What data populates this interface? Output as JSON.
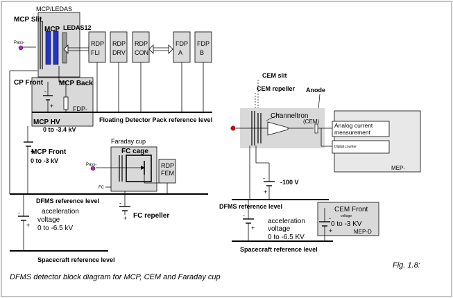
{
  "frame": {
    "background": "#ffffff",
    "panel_fill": "#d9d9d9",
    "detector_blue": "#2233cc",
    "source_dot": "#c020c0",
    "red_dot": "#e00000",
    "line": "#000000"
  },
  "labels": {
    "mcp_ledas": "MCP/LEDAS",
    "mcp_slit": "MCP Slit",
    "mcp": "MCP",
    "ledas12": "LEDAS12",
    "pass_1": "Pass-",
    "rdp_fli": [
      "RDP",
      "FLI"
    ],
    "rdp_drv": [
      "RDP",
      "DRV"
    ],
    "rdp_con": [
      "RDP",
      "CON"
    ],
    "fdp_a": [
      "FDP",
      "A"
    ],
    "fdp_b": [
      "FDP",
      "B"
    ],
    "cp_front": "CP Front",
    "mcp_back": "MCP Back",
    "fdp_minus": "FDP-",
    "mcp_hv": "MCP HV",
    "mcp_hv_range": "0 to -3.4 kV",
    "floating_ref": "Floating Detector Pack reference level",
    "mcp_front": "MCP Front",
    "mcp_front_range": "0 to -3 kV",
    "faraday_cup": "Faraday cup",
    "fc_cage": "FC cage",
    "pass_2": "Pass-",
    "fc": "FC",
    "rdp_fem": [
      "RDP",
      "FEM"
    ],
    "dfms_ref_left": "DFMS reference level",
    "accel_left": [
      "acceleration",
      "voltage",
      "0 to -6.5 kV"
    ],
    "fc_repeller": "FC repeller",
    "spacecraft_ref_left": "Spacecraft reference level",
    "cem_slit": "CEM slit",
    "cem_repeller": "CEM repeller",
    "anode": "Anode",
    "channeltron": "Channeltron",
    "cem_paren": "(CEM)",
    "analog_current": [
      "Analog current",
      "measurement"
    ],
    "digital_counter": "Digital counter",
    "mep_minus": "MEP-",
    "minus_100v": "-100 V",
    "dfms_ref_right": "DFMS reference level",
    "cem_front": "CEM Front",
    "cem_front_voltage": "voltage",
    "cem_front_range": "0 to -3 KV",
    "mep_d": "MEP-D",
    "accel_right": [
      "acceleration",
      "voltage",
      "0 to -6.5 KV"
    ],
    "spacecraft_ref_right": "Spacecraft reference level",
    "fig": "Fig. 1.8:",
    "caption": "DFMS detector block diagram for MCP, CEM and Faraday cup",
    "plus": "+",
    "minus": "-"
  }
}
